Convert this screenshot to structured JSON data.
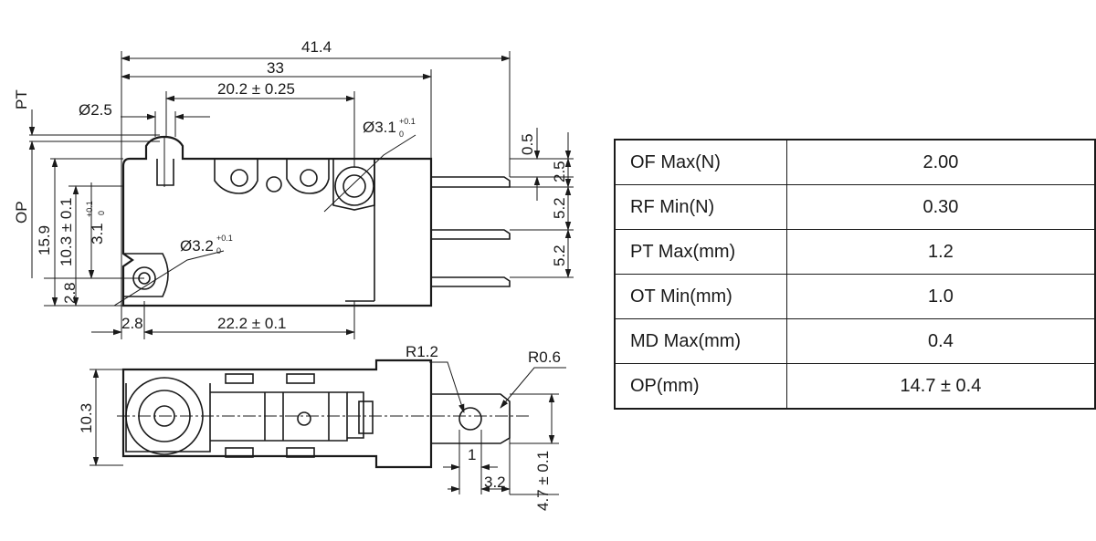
{
  "drawing": {
    "dims": {
      "overall_length": "41.4",
      "body_length": "33",
      "hole_pitch": "20.2 ± 0.25",
      "plunger_dia": "Ø2.5",
      "pt_label": "PT",
      "op_label": "OP",
      "height_total": "15.9",
      "hole_height": "10.3 ± 0.1",
      "hole_offset": "3.1",
      "bottom_offset": "2.8",
      "left_offset": "2.8",
      "hole_span": "22.2 ± 0.1",
      "top_offset": "0.5",
      "term_1": "2.5",
      "term_2": "5.2",
      "term_3": "5.2",
      "hole_dia_large": "Ø3.1",
      "hole_dia_small": "Ø3.2",
      "tol_upper": "+0.1",
      "tol_lower": "0",
      "body_width": "10.3",
      "radius_1": "R1.2",
      "radius_2": "R0.6",
      "term_thickness": "1",
      "term_hole_offset": "3.2",
      "term_width": "4.7 ± 0.1"
    }
  },
  "specs": [
    {
      "label": "OF Max(N)",
      "value": "2.00"
    },
    {
      "label": "RF Min(N)",
      "value": "0.30"
    },
    {
      "label": "PT Max(mm)",
      "value": "1.2"
    },
    {
      "label": "OT Min(mm)",
      "value": "1.0"
    },
    {
      "label": "MD Max(mm)",
      "value": "0.4"
    },
    {
      "label": "OP(mm)",
      "value": "14.7 ± 0.4"
    }
  ]
}
